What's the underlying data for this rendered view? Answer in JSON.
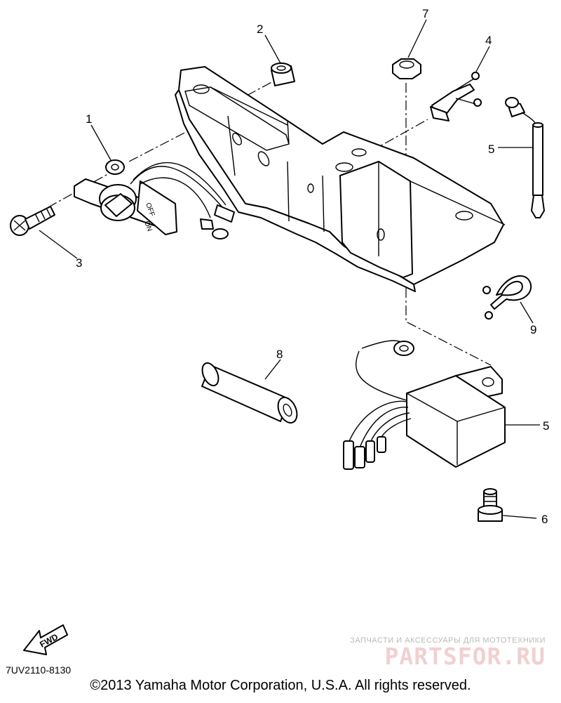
{
  "callouts": {
    "c1": "1",
    "c2": "2",
    "c3": "3",
    "c4": "4",
    "c5a": "5",
    "c5b": "5",
    "c6": "6",
    "c7": "7",
    "c8": "8",
    "c9": "9"
  },
  "switch_labels": {
    "off": "OFF",
    "on": "ON"
  },
  "fwd_label": "FWD",
  "diagram_code": "7UV2110-8130",
  "copyright": "©2013 Yamaha Motor Corporation, U.S.A. All rights reserved.",
  "watermark": {
    "tagline": "ЗАПЧАСТИ И АКСЕССУАРЫ ДЛЯ МОТОТЕХНИКИ",
    "brand": "PARTSFOR.RU"
  },
  "colors": {
    "line": "#000000",
    "watermark_brand": "#f2d0d0",
    "watermark_text": "#b9b9b9"
  }
}
